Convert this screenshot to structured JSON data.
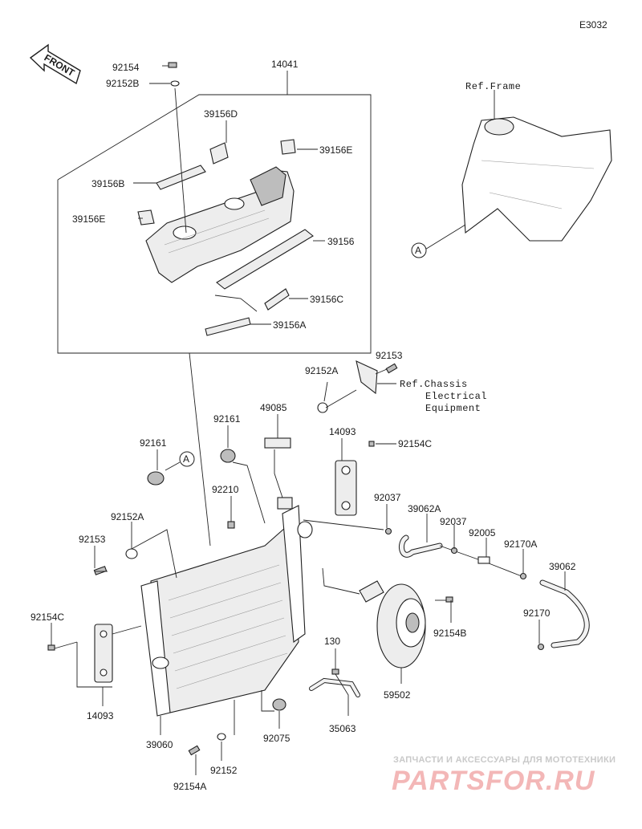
{
  "diagram_code": "E3032",
  "front_arrow_label": "FRONT",
  "ref_frame": "Ref.Frame",
  "ref_chassis": [
    "Ref.Chassis",
    "Electrical",
    "Equipment"
  ],
  "callout_letter": "A",
  "labels": {
    "p92154_top": "92154",
    "p92152B": "92152B",
    "p14041": "14041",
    "p39156D": "39156D",
    "p39156E_r": "39156E",
    "p39156B": "39156B",
    "p39156E_l": "39156E",
    "p39156": "39156",
    "p39156C": "39156C",
    "p39156A": "39156A",
    "p92153_r": "92153",
    "p92152A_r": "92152A",
    "p49085": "49085",
    "p92161_c": "92161",
    "p14093_r": "14093",
    "p92154C_r": "92154C",
    "p92161_l": "92161",
    "p92210": "92210",
    "p92037_a": "92037",
    "p39062A": "39062A",
    "p92037_b": "92037",
    "p92005": "92005",
    "p92170A": "92170A",
    "p92152A_l": "92152A",
    "p92153_l": "92153",
    "p39062": "39062",
    "p92154C_l": "92154C",
    "p92154B": "92154B",
    "p92170": "92170",
    "p130": "130",
    "p14093_l": "14093",
    "p59502": "59502",
    "p35063": "35063",
    "p39060": "39060",
    "p92075": "92075",
    "p92152": "92152",
    "p92154A": "92154A"
  },
  "watermark": {
    "line1": "ЗАПЧАСТИ И АКСЕССУАРЫ ДЛЯ МОТОТЕХНИКИ",
    "line2": "PARTSFOR.RU"
  }
}
